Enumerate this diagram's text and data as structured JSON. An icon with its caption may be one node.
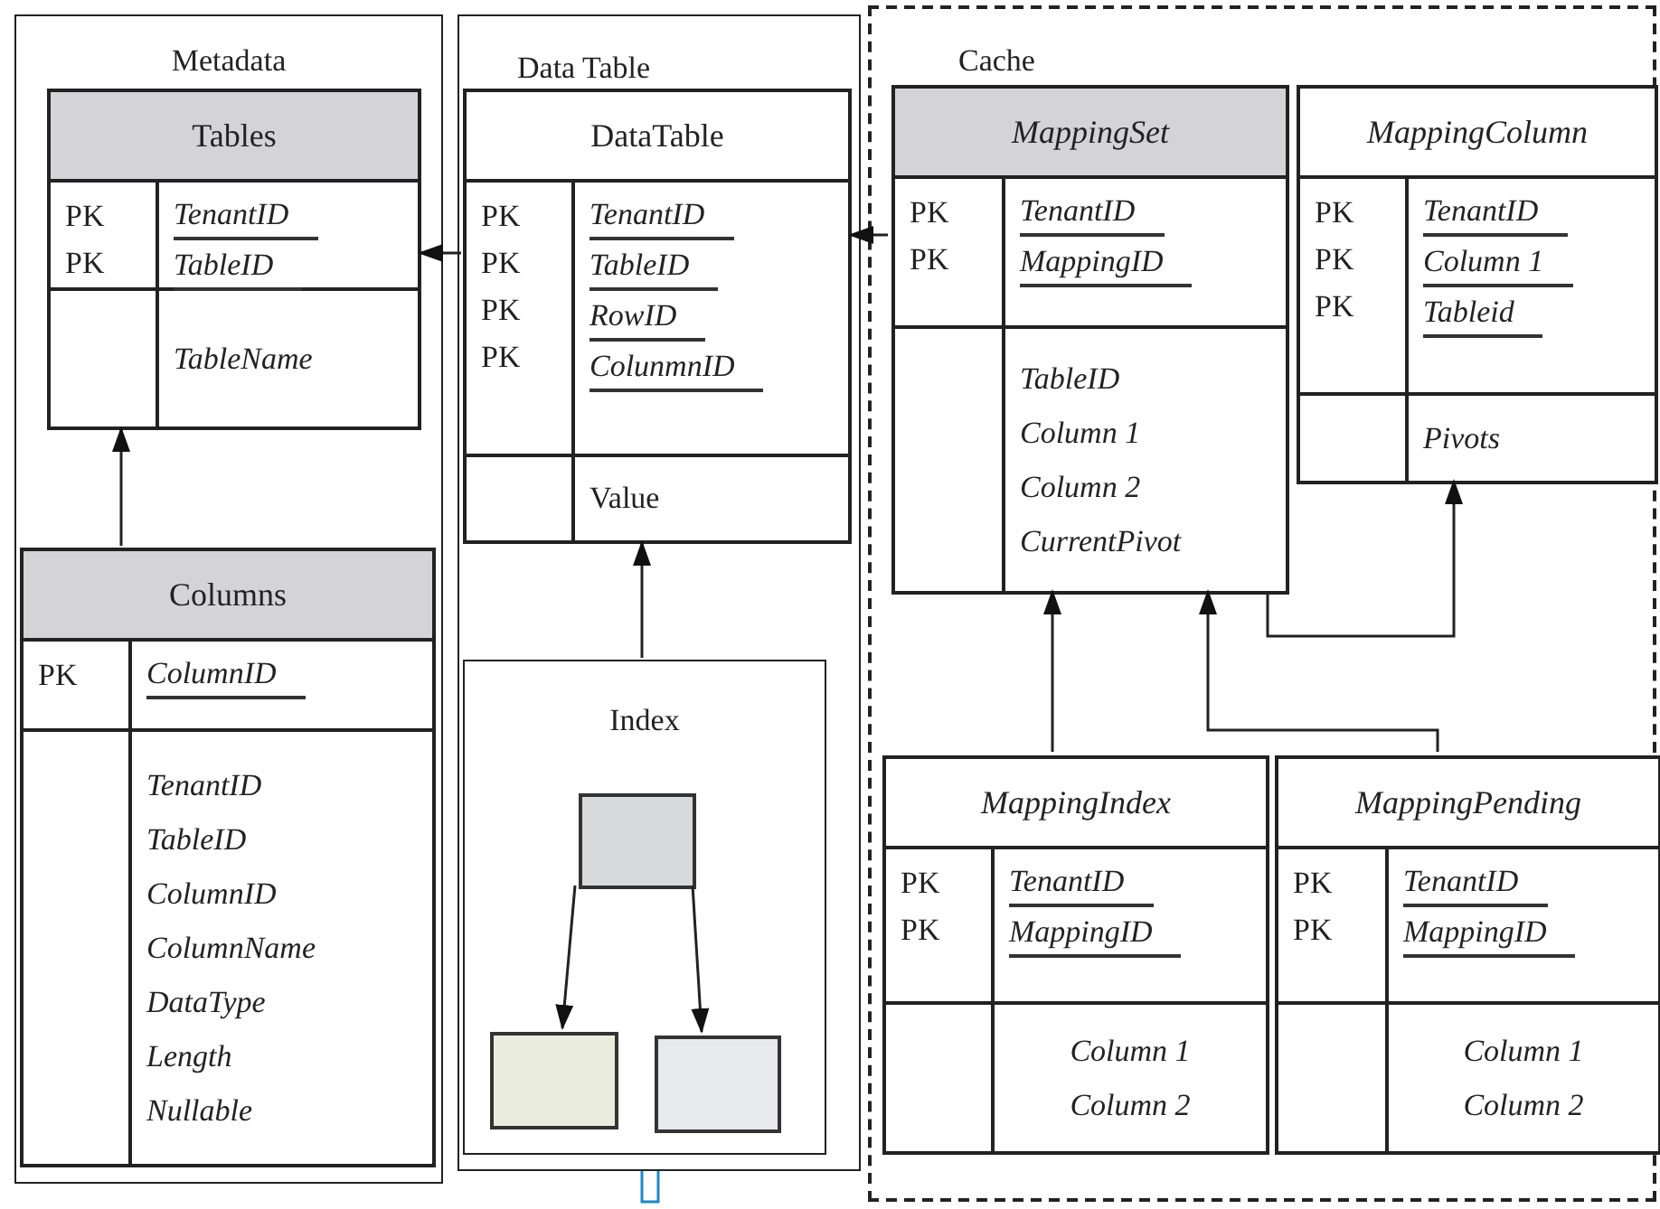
{
  "diagram": {
    "nodes": [
      {
        "text": [
          "Metadata"
        ]
      },
      {
        "text": [
          "Tables",
          "PK",
          "TenantID",
          "PK",
          "TableID",
          "TableName"
        ],
        "in": 0
      },
      {
        "text": [
          "Columns",
          "PK",
          "ColumnID",
          "TenantID",
          "TableID",
          "ColumnID",
          "ColumnName",
          "DataType",
          "Length",
          "Nullable"
        ],
        "in": 0
      },
      {
        "text": [
          "Data Table"
        ]
      },
      {
        "text": [
          "DataTable",
          "PK",
          "TenantID",
          "PK",
          "TableID",
          "PK",
          "RowID",
          "PK",
          "ColunmnID",
          "Value"
        ],
        "in": 3
      },
      {
        "text": [
          "Index"
        ],
        "in": 3
      },
      {
        "text": [],
        "shape": "box",
        "in": 5
      },
      {
        "text": [],
        "shape": "box",
        "in": 5
      },
      {
        "text": [],
        "shape": "box",
        "in": 5
      },
      {
        "text": [
          "Cache"
        ]
      },
      {
        "text": [
          "MappingSet",
          "PK",
          "TenantID",
          "PK",
          "MappingID",
          "TableID",
          "Column 1",
          "Column 2",
          "CurrentPivot"
        ],
        "in": 9
      },
      {
        "text": [
          "MappingColumn",
          "PK",
          "TenantID",
          "PK",
          "Column 1",
          "PK",
          "Tableid",
          "Pivots"
        ],
        "in": 9
      },
      {
        "text": [
          "MappingIndex",
          "PK",
          "TenantID",
          "PK",
          "MappingID",
          "Column 1",
          "Column 2"
        ],
        "in": 9
      },
      {
        "text": [
          "MappingPending",
          "PK",
          "TenantID",
          "PK",
          "MappingID",
          "Column 1",
          "Column 2"
        ],
        "in": 9
      }
    ],
    "edges": [
      {
        "from": 2,
        "to": 1,
        "arrow": "to"
      },
      {
        "from": 4,
        "to": 1,
        "arrow": "to"
      },
      {
        "from": 5,
        "to": 4,
        "arrow": "to"
      },
      {
        "from": 6,
        "to": 7,
        "arrow": "to"
      },
      {
        "from": 6,
        "to": 8,
        "arrow": "to"
      },
      {
        "from": 10,
        "to": 4,
        "arrow": "to"
      },
      {
        "from": 10,
        "to": 11,
        "arrow": "to"
      },
      {
        "from": 12,
        "to": 10,
        "arrow": "to"
      },
      {
        "from": 13,
        "to": 10,
        "arrow": "to"
      }
    ]
  }
}
